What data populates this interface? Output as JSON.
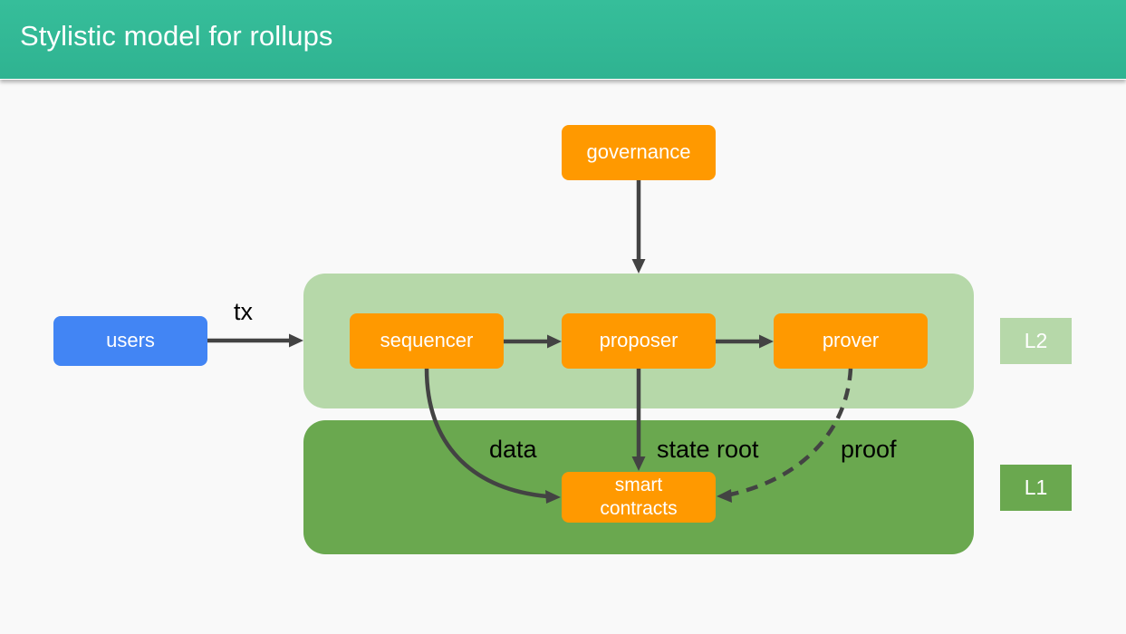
{
  "header": {
    "title": "Stylistic model for rollups"
  },
  "colors": {
    "header_bg": "#33b896",
    "node_orange": "#ff9900",
    "node_blue": "#4285f4",
    "layer_l2": "#b6d8a9",
    "layer_l1": "#6aa84f",
    "edge": "#434343",
    "background": "#f9f9f9"
  },
  "layers": {
    "l2": {
      "label": "L2"
    },
    "l1": {
      "label": "L1"
    }
  },
  "nodes": {
    "users": {
      "label": "users"
    },
    "governance": {
      "label": "governance"
    },
    "sequencer": {
      "label": "sequencer"
    },
    "proposer": {
      "label": "proposer"
    },
    "prover": {
      "label": "prover"
    },
    "smart_contracts": {
      "line1": "smart",
      "line2": "contracts"
    }
  },
  "edges": [
    {
      "from": "users",
      "to": "L2",
      "label": "tx",
      "style": "solid"
    },
    {
      "from": "governance",
      "to": "L2",
      "label": "",
      "style": "solid"
    },
    {
      "from": "sequencer",
      "to": "proposer",
      "label": "",
      "style": "solid"
    },
    {
      "from": "proposer",
      "to": "prover",
      "label": "",
      "style": "solid"
    },
    {
      "from": "sequencer",
      "to": "smart contracts",
      "label": "data",
      "style": "solid"
    },
    {
      "from": "proposer",
      "to": "smart contracts",
      "label": "state root",
      "style": "solid"
    },
    {
      "from": "prover",
      "to": "smart contracts",
      "label": "proof",
      "style": "dashed"
    }
  ],
  "edge_labels": {
    "tx": "tx",
    "data": "data",
    "state_root": "state root",
    "proof": "proof"
  }
}
